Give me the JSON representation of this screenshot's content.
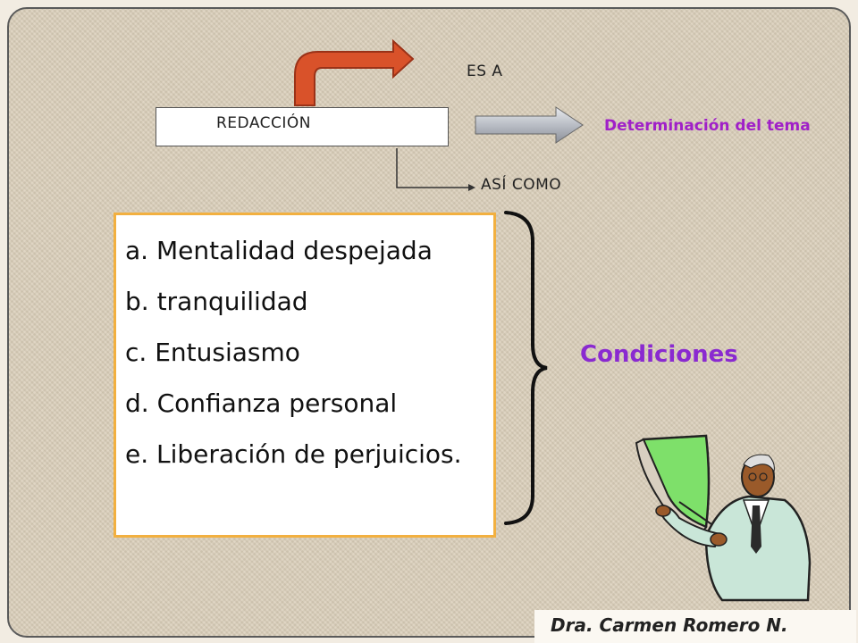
{
  "diagram": {
    "main_box": "REDACCIÓN",
    "top_label": "ES A",
    "right_label": "Determinación del tema",
    "bottom_label": "ASÍ COMO",
    "list_items": [
      "a. Mentalidad despejada",
      "b. tranquilidad",
      "c. Entusiasmo",
      "d. Confianza personal",
      "e. Liberación de perjuicios."
    ],
    "brace_label": "Condiciones"
  },
  "footer": {
    "author": "Dra. Carmen Romero N."
  },
  "colors": {
    "accent_purple": "#a020c8",
    "condiciones_purple": "#8a2ad0",
    "list_border": "#f2b040",
    "curved_arrow": "#d9522a",
    "block_arrow": "#b8bcc4"
  },
  "icons": {
    "presenter": "teacher-with-pointer-and-board-icon"
  }
}
